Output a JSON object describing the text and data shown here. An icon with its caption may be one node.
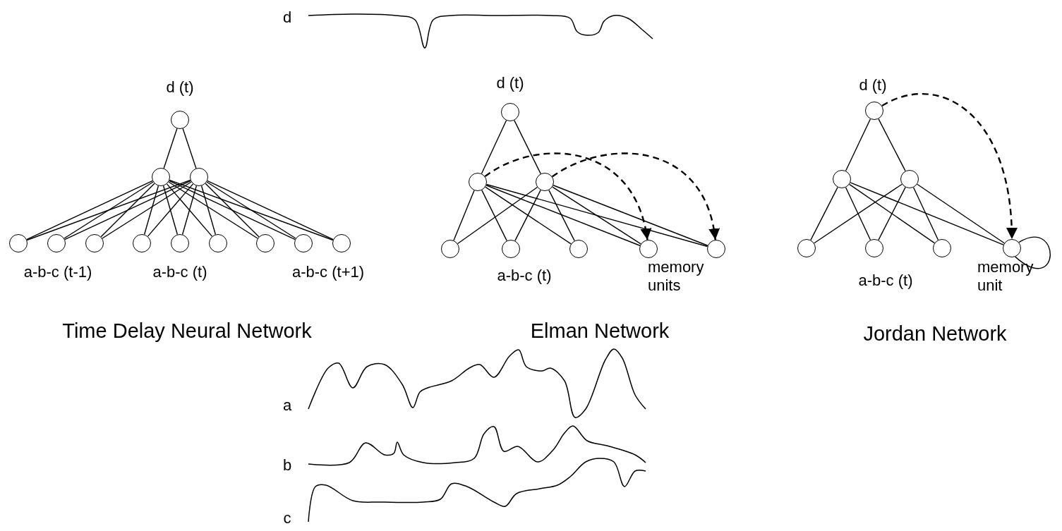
{
  "diagram": {
    "nodes": [
      {
        "text": [],
        "shape": "circle"
      },
      {
        "text": [],
        "shape": "circle"
      },
      {
        "text": [],
        "shape": "circle"
      },
      {
        "text": [],
        "shape": "circle"
      },
      {
        "text": [],
        "shape": "circle"
      },
      {
        "text": [],
        "shape": "circle"
      },
      {
        "text": [],
        "shape": "circle"
      },
      {
        "text": [],
        "shape": "circle"
      },
      {
        "text": [],
        "shape": "circle"
      },
      {
        "text": [],
        "shape": "circle"
      },
      {
        "text": [],
        "shape": "circle"
      },
      {
        "text": [],
        "shape": "circle"
      },
      {
        "text": [],
        "shape": "circle"
      },
      {
        "text": [],
        "shape": "circle"
      },
      {
        "text": [],
        "shape": "circle"
      },
      {
        "text": [],
        "shape": "circle"
      },
      {
        "text": [],
        "shape": "circle"
      },
      {
        "text": [],
        "shape": "circle"
      },
      {
        "text": [],
        "shape": "circle"
      },
      {
        "text": [],
        "shape": "circle"
      },
      {
        "text": [],
        "shape": "circle"
      },
      {
        "text": [],
        "shape": "circle"
      },
      {
        "text": [],
        "shape": "circle"
      },
      {
        "text": [],
        "shape": "circle"
      },
      {
        "text": [],
        "shape": "circle"
      },
      {
        "text": [],
        "shape": "circle"
      },
      {
        "text": [],
        "shape": "circle"
      }
    ],
    "edges": [
      {
        "from": 0,
        "to": 1,
        "arrow": "none"
      },
      {
        "from": 0,
        "to": 2,
        "arrow": "none"
      },
      {
        "from": 1,
        "to": 3,
        "arrow": "none"
      },
      {
        "from": 1,
        "to": 4,
        "arrow": "none"
      },
      {
        "from": 1,
        "to": 5,
        "arrow": "none"
      },
      {
        "from": 1,
        "to": 6,
        "arrow": "none"
      },
      {
        "from": 1,
        "to": 7,
        "arrow": "none"
      },
      {
        "from": 1,
        "to": 8,
        "arrow": "none"
      },
      {
        "from": 1,
        "to": 9,
        "arrow": "none"
      },
      {
        "from": 1,
        "to": 10,
        "arrow": "none"
      },
      {
        "from": 1,
        "to": 11,
        "arrow": "none"
      },
      {
        "from": 2,
        "to": 3,
        "arrow": "none"
      },
      {
        "from": 2,
        "to": 4,
        "arrow": "none"
      },
      {
        "from": 2,
        "to": 5,
        "arrow": "none"
      },
      {
        "from": 2,
        "to": 6,
        "arrow": "none"
      },
      {
        "from": 2,
        "to": 7,
        "arrow": "none"
      },
      {
        "from": 2,
        "to": 8,
        "arrow": "none"
      },
      {
        "from": 2,
        "to": 9,
        "arrow": "none"
      },
      {
        "from": 2,
        "to": 10,
        "arrow": "none"
      },
      {
        "from": 2,
        "to": 11,
        "arrow": "none"
      },
      {
        "from": 12,
        "to": 13,
        "arrow": "none"
      },
      {
        "from": 12,
        "to": 14,
        "arrow": "none"
      },
      {
        "from": 13,
        "to": 15,
        "arrow": "none"
      },
      {
        "from": 13,
        "to": 16,
        "arrow": "none"
      },
      {
        "from": 13,
        "to": 17,
        "arrow": "none"
      },
      {
        "from": 13,
        "to": 18,
        "arrow": "none"
      },
      {
        "from": 13,
        "to": 19,
        "arrow": "none"
      },
      {
        "from": 14,
        "to": 15,
        "arrow": "none"
      },
      {
        "from": 14,
        "to": 16,
        "arrow": "none"
      },
      {
        "from": 14,
        "to": 17,
        "arrow": "none"
      },
      {
        "from": 14,
        "to": 18,
        "arrow": "none"
      },
      {
        "from": 14,
        "to": 19,
        "arrow": "none"
      },
      {
        "from": 13,
        "to": 18,
        "arrow": "to",
        "style": "dashed"
      },
      {
        "from": 14,
        "to": 19,
        "arrow": "to",
        "style": "dashed"
      },
      {
        "from": 20,
        "to": 21,
        "arrow": "none"
      },
      {
        "from": 20,
        "to": 22,
        "arrow": "none"
      },
      {
        "from": 21,
        "to": 23,
        "arrow": "none"
      },
      {
        "from": 21,
        "to": 24,
        "arrow": "none"
      },
      {
        "from": 21,
        "to": 25,
        "arrow": "none"
      },
      {
        "from": 21,
        "to": 26,
        "arrow": "none"
      },
      {
        "from": 22,
        "to": 23,
        "arrow": "none"
      },
      {
        "from": 22,
        "to": 24,
        "arrow": "none"
      },
      {
        "from": 22,
        "to": 25,
        "arrow": "none"
      },
      {
        "from": 22,
        "to": 26,
        "arrow": "none"
      },
      {
        "from": 20,
        "to": 26,
        "arrow": "to",
        "style": "dashed"
      },
      {
        "from": 26,
        "to": 26,
        "arrow": "none"
      }
    ],
    "labels": [
      "d",
      "d (t)",
      "d (t)",
      "d (t)",
      "a-b-c (t-1)",
      "a-b-c (t)",
      "a-b-c (t+1)",
      "a-b-c (t)",
      "memory units",
      "a-b-c (t)",
      "memory unit",
      "Time Delay Neural Network",
      "Elman Network",
      "Jordan Network",
      "a",
      "b",
      "c"
    ]
  }
}
